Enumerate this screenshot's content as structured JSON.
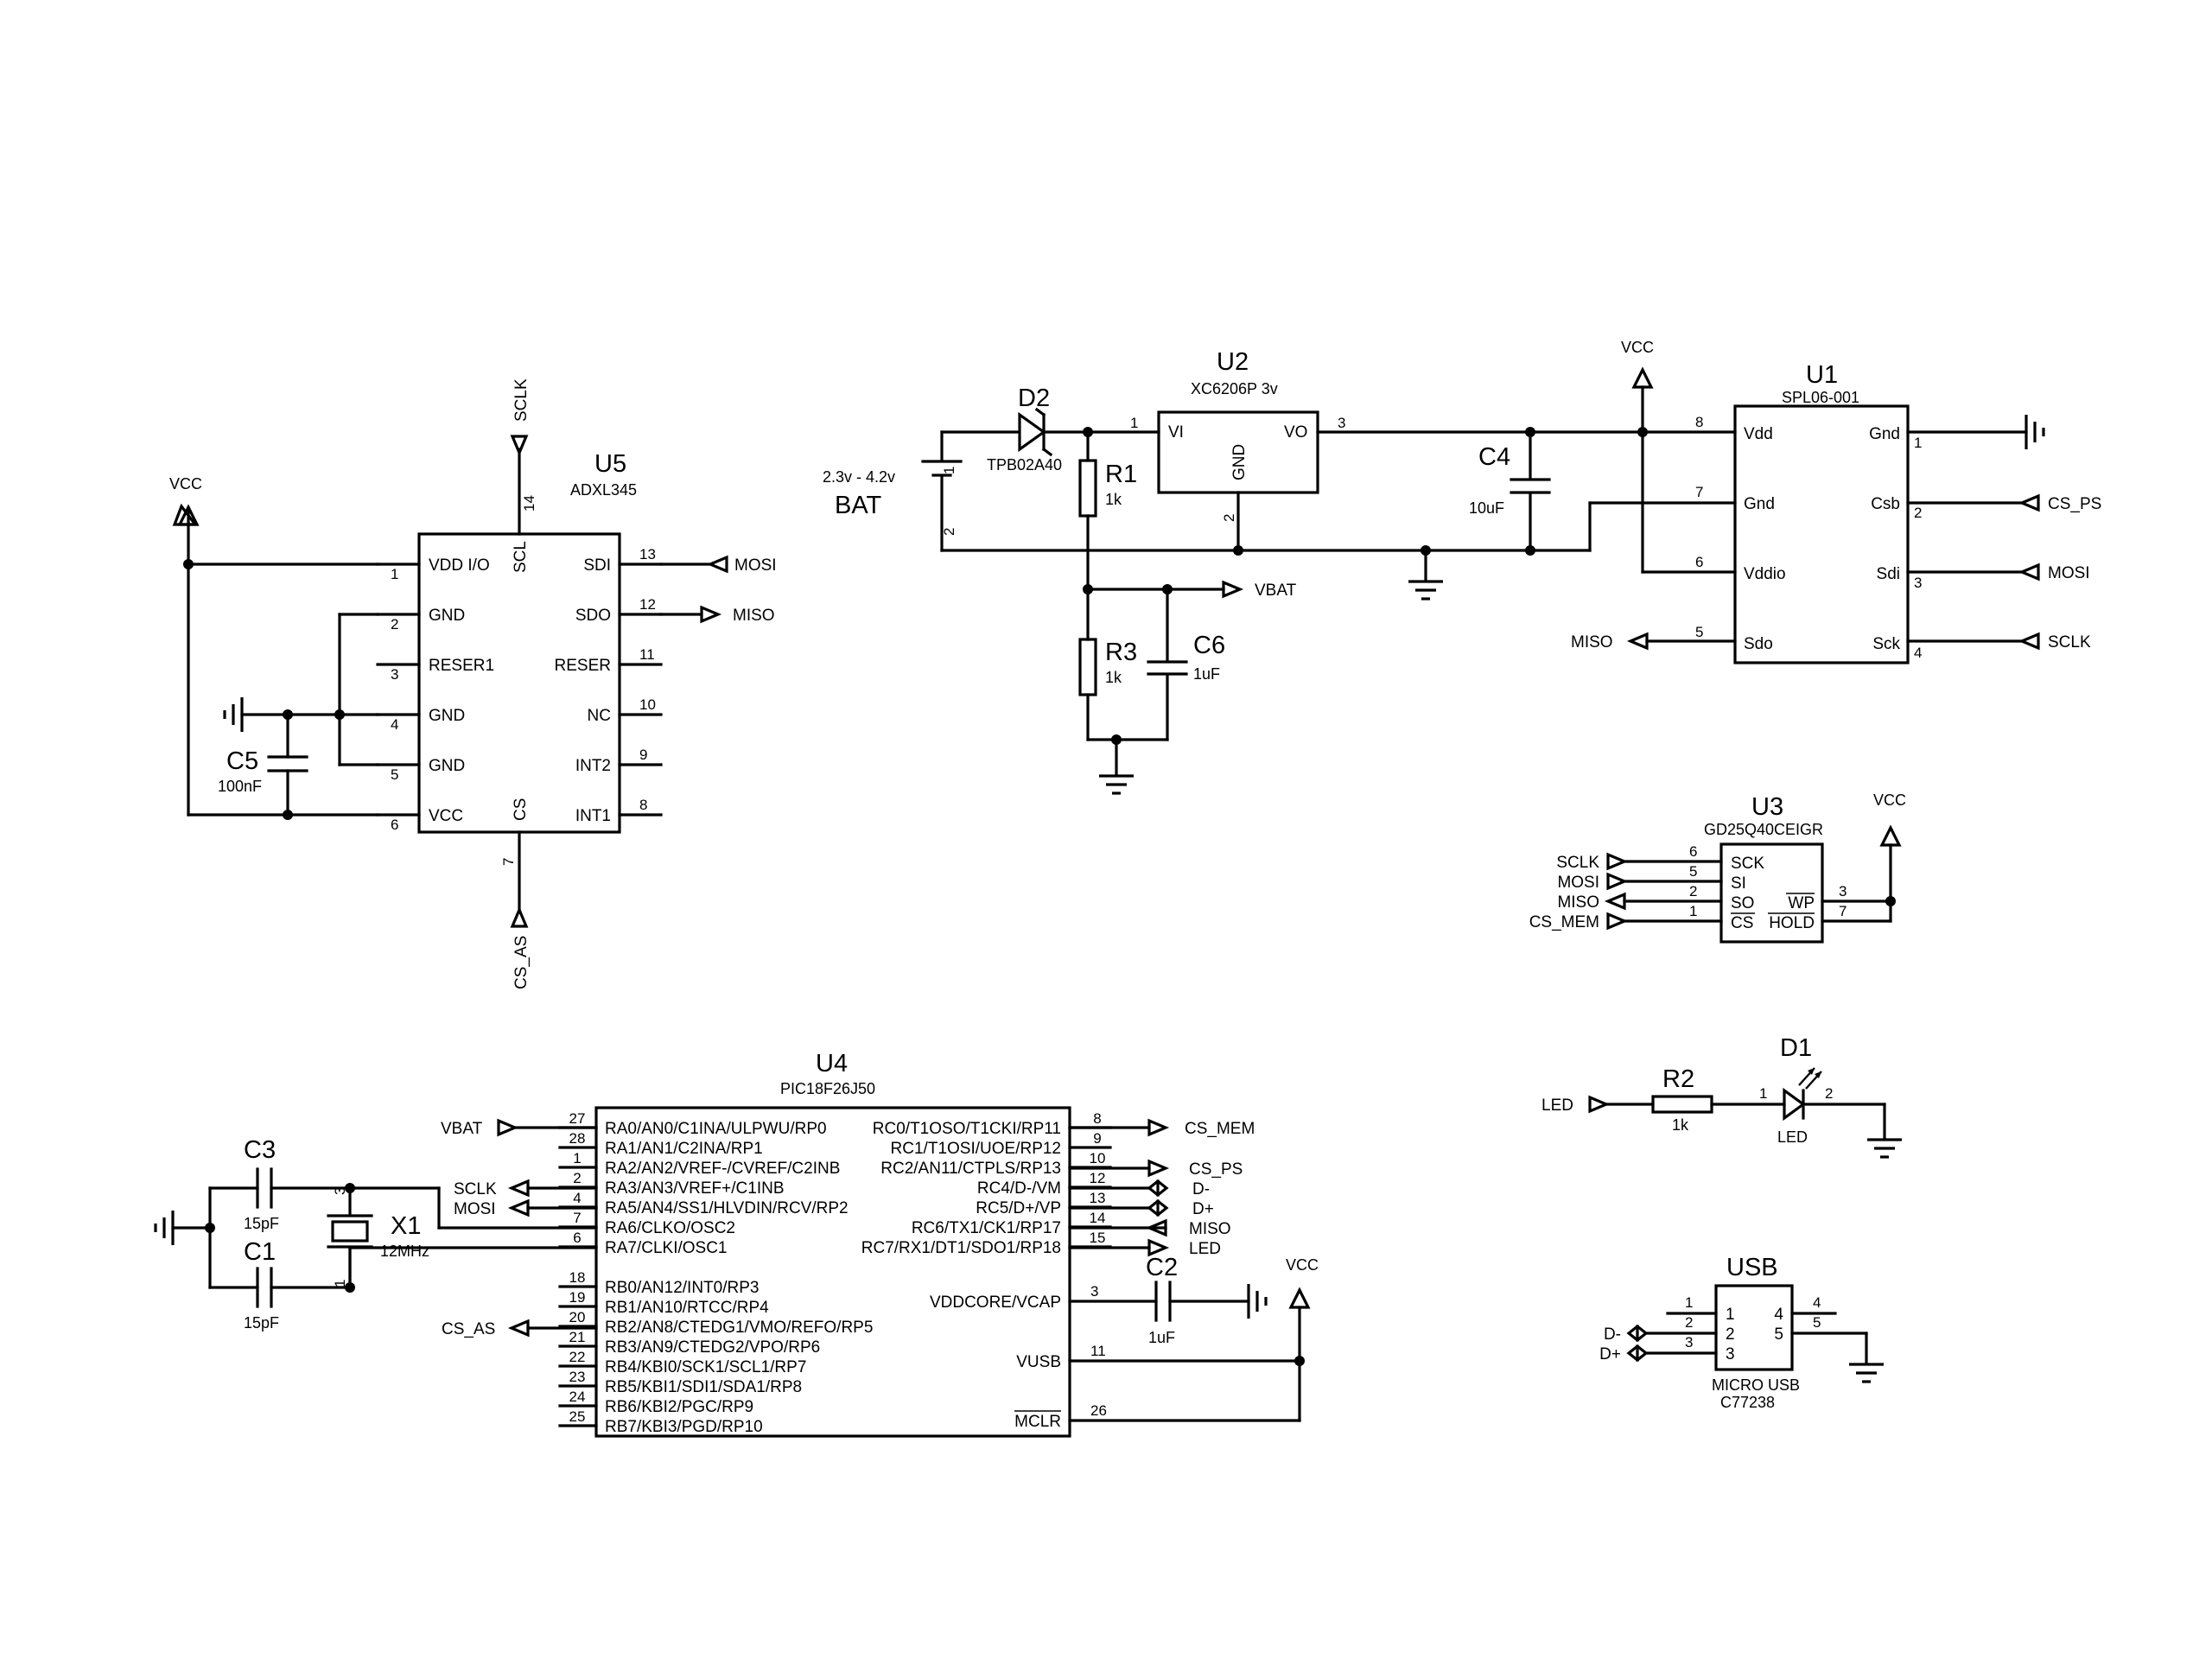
{
  "u5": {
    "ref": "U5",
    "part": "ADXL345",
    "left_pins": [
      {
        "num": "1",
        "name": "VDD I/O"
      },
      {
        "num": "2",
        "name": "GND"
      },
      {
        "num": "3",
        "name": "RESER1"
      },
      {
        "num": "4",
        "name": "GND"
      },
      {
        "num": "5",
        "name": "GND"
      },
      {
        "num": "6",
        "name": "VCC"
      }
    ],
    "right_pins": [
      {
        "num": "13",
        "name": "SDI"
      },
      {
        "num": "12",
        "name": "SDO"
      },
      {
        "num": "11",
        "name": "RESER"
      },
      {
        "num": "10",
        "name": "NC"
      },
      {
        "num": "9",
        "name": "INT2"
      },
      {
        "num": "8",
        "name": "INT1"
      }
    ],
    "top_pin": {
      "num": "14",
      "name": "SCL"
    },
    "bottom_pin": {
      "num": "7",
      "name": "CS"
    },
    "net_top": "SCLK",
    "net_bottom": "CS_AS",
    "net_sdi": "MOSI",
    "net_sdo": "MISO",
    "net_vcc": "VCC"
  },
  "c5": {
    "ref": "C5",
    "value": "100nF"
  },
  "battery": {
    "ref": "BAT",
    "range": "2.3v - 4.2v",
    "pin1": "1",
    "pin2": "2"
  },
  "d2": {
    "ref": "D2",
    "part": "TPB02A40"
  },
  "u2": {
    "ref": "U2",
    "part": "XC6206P 3v",
    "vi": "VI",
    "vo": "VO",
    "gnd": "GND",
    "pin_vi": "1",
    "pin_vo": "3",
    "pin_gnd": "2"
  },
  "r1": {
    "ref": "R1",
    "value": "1k"
  },
  "r3": {
    "ref": "R3",
    "value": "1k"
  },
  "c6": {
    "ref": "C6",
    "value": "1uF"
  },
  "c4": {
    "ref": "C4",
    "value": "10uF"
  },
  "vbat_net": "VBAT",
  "u1": {
    "ref": "U1",
    "part": "SPL06-001",
    "vcc": "VCC",
    "left_pins": [
      {
        "num": "8",
        "name": "Vdd"
      },
      {
        "num": "7",
        "name": "Gnd"
      },
      {
        "num": "6",
        "name": "Vddio"
      },
      {
        "num": "5",
        "name": "Sdo"
      }
    ],
    "right_pins": [
      {
        "num": "1",
        "name": "Gnd"
      },
      {
        "num": "2",
        "name": "Csb"
      },
      {
        "num": "3",
        "name": "Sdi"
      },
      {
        "num": "4",
        "name": "Sck"
      }
    ],
    "nets": {
      "miso": "MISO",
      "cs": "CS_PS",
      "mosi": "MOSI",
      "sclk": "SCLK"
    }
  },
  "u3": {
    "ref": "U3",
    "part": "GD25Q40CEIGR",
    "vcc": "VCC",
    "left_pins": [
      {
        "num": "6",
        "name": "SCK",
        "net": "SCLK"
      },
      {
        "num": "5",
        "name": "SI",
        "net": "MOSI"
      },
      {
        "num": "2",
        "name": "SO",
        "net": "MISO"
      },
      {
        "num": "1",
        "name": "CS",
        "net": "CS_MEM"
      }
    ],
    "right_pins": [
      {
        "num": "3",
        "name": "WP"
      },
      {
        "num": "7",
        "name": "HOLD"
      }
    ]
  },
  "d1": {
    "ref": "D1",
    "part": "LED",
    "net": "LED",
    "pin1": "1",
    "pin2": "2"
  },
  "r2": {
    "ref": "R2",
    "value": "1k"
  },
  "u4": {
    "ref": "U4",
    "part": "PIC18F26J50",
    "left_pins": [
      {
        "num": "27",
        "name": "RA0/AN0/C1INA/ULPWU/RP0"
      },
      {
        "num": "28",
        "name": "RA1/AN1/C2INA/RP1"
      },
      {
        "num": "1",
        "name": "RA2/AN2/VREF-/CVREF/C2INB"
      },
      {
        "num": "2",
        "name": "RA3/AN3/VREF+/C1INB"
      },
      {
        "num": "4",
        "name": "RA5/AN4/SS1/HLVDIN/RCV/RP2"
      },
      {
        "num": "7",
        "name": "RA6/CLKO/OSC2"
      },
      {
        "num": "6",
        "name": "RA7/CLKI/OSC1"
      },
      {
        "num": "18",
        "name": "RB0/AN12/INT0/RP3"
      },
      {
        "num": "19",
        "name": "RB1/AN10/RTCC/RP4"
      },
      {
        "num": "20",
        "name": "RB2/AN8/CTEDG1/VMO/REFO/RP5"
      },
      {
        "num": "21",
        "name": "RB3/AN9/CTEDG2/VPO/RP6"
      },
      {
        "num": "22",
        "name": "RB4/KBI0/SCK1/SCL1/RP7"
      },
      {
        "num": "23",
        "name": "RB5/KBI1/SDI1/SDA1/RP8"
      },
      {
        "num": "24",
        "name": "RB6/KBI2/PGC/RP9"
      },
      {
        "num": "25",
        "name": "RB7/KBI3/PGD/RP10"
      }
    ],
    "right_pins": [
      {
        "num": "8",
        "name": "RC0/T1OSO/T1CKI/RP11"
      },
      {
        "num": "9",
        "name": "RC1/T1OSI/UOE/RP12"
      },
      {
        "num": "10",
        "name": "RC2/AN11/CTPLS/RP13"
      },
      {
        "num": "12",
        "name": "RC4/D-/VM"
      },
      {
        "num": "13",
        "name": "RC5/D+/VP"
      },
      {
        "num": "14",
        "name": "RC6/TX1/CK1/RP17"
      },
      {
        "num": "15",
        "name": "RC7/RX1/DT1/SDO1/RP18"
      }
    ],
    "right_lower_pins": [
      {
        "num": "3",
        "name": "VDDCORE/VCAP"
      },
      {
        "num": "11",
        "name": "VUSB"
      },
      {
        "num": "26",
        "name": "MCLR"
      }
    ],
    "left_nets": {
      "vbat": "VBAT",
      "sclk": "SCLK",
      "mosi": "MOSI",
      "cs_as": "CS_AS"
    },
    "right_nets": {
      "cs_mem": "CS_MEM",
      "cs_ps": "CS_PS",
      "dm": "D-",
      "dp": "D+",
      "miso": "MISO",
      "led": "LED"
    },
    "vcc": "VCC"
  },
  "c3": {
    "ref": "C3",
    "value": "15pF"
  },
  "c1": {
    "ref": "C1",
    "value": "15pF"
  },
  "x1": {
    "ref": "X1",
    "value": "12MHz",
    "pin1": "1",
    "pin3": "3"
  },
  "c2": {
    "ref": "C2",
    "value": "1uF"
  },
  "usb": {
    "ref": "USB",
    "part": "MICRO USB",
    "code": "C77238",
    "left_pins": [
      {
        "num": "1",
        "name": "1"
      },
      {
        "num": "2",
        "name": "2"
      },
      {
        "num": "3",
        "name": "3"
      }
    ],
    "right_pins": [
      {
        "num": "4",
        "name": "4"
      },
      {
        "num": "5",
        "name": "5"
      }
    ],
    "nets": {
      "dm": "D-",
      "dp": "D+"
    }
  }
}
